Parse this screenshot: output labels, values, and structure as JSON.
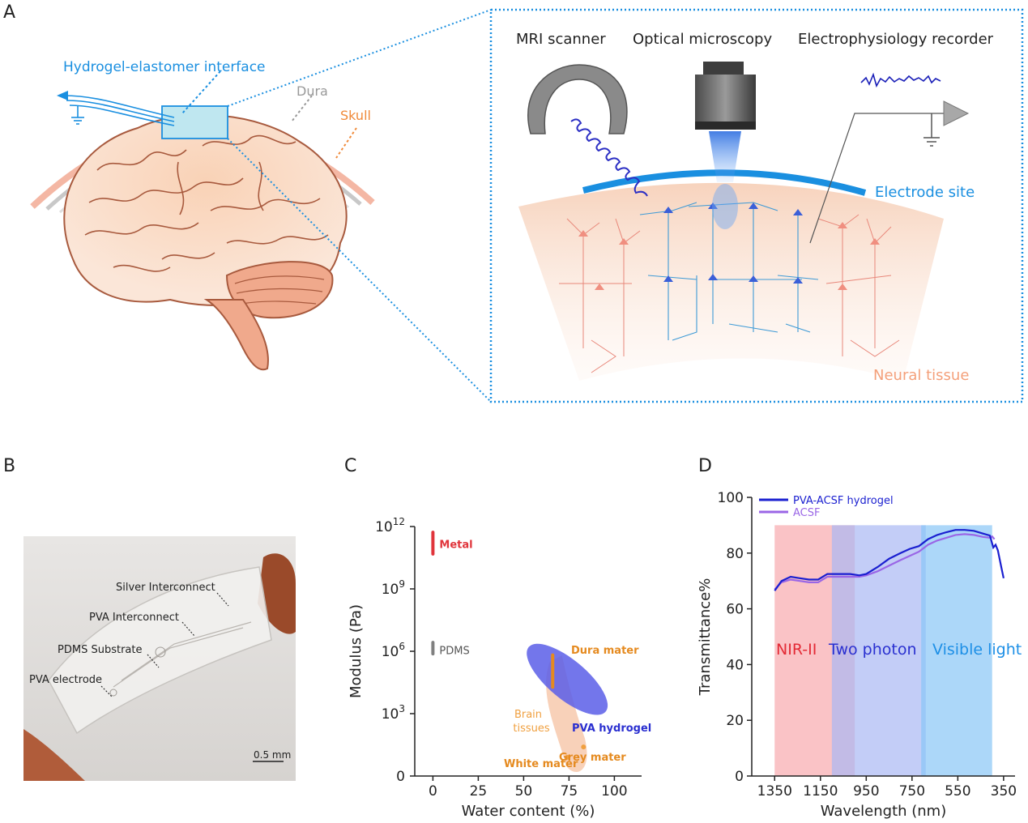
{
  "panels": {
    "a": {
      "letter": "A",
      "labels": {
        "interface": "Hydrogel-elastomer interface",
        "dura": "Dura",
        "skull": "Skull",
        "mri": "MRI scanner",
        "optical": "Optical microscopy",
        "ephys": "Electrophysiology recorder",
        "electrode": "Electrode site",
        "tissue": "Neural tissue"
      }
    },
    "b": {
      "letter": "B",
      "labels": {
        "silver": "Silver Interconnect",
        "pva_inter": "PVA Interconnect",
        "pdms": "PDMS Substrate",
        "electrode": "PVA electrode",
        "scale": "0.5 mm"
      }
    },
    "c": {
      "letter": "C"
    },
    "d": {
      "letter": "D"
    }
  },
  "chart_data": [
    {
      "type": "scatter",
      "panel": "C",
      "xlabel": "Water content (%)",
      "ylabel": "Modulus (Pa)",
      "xlim": [
        -10,
        115
      ],
      "xticks": [
        "0",
        "25",
        "50",
        "75",
        "100"
      ],
      "yticks": [
        "0",
        "10^3",
        "10^6",
        "10^9",
        "10^12"
      ],
      "scale_y": "log",
      "regions": [
        {
          "name": "Metal",
          "x": 0,
          "log10_y": [
            10.6,
            11.8
          ],
          "color": "#e0343b"
        },
        {
          "name": "PDMS",
          "x": 0,
          "log10_y": [
            5.8,
            6.5
          ],
          "color": "#808080"
        },
        {
          "name": "Dura mater",
          "x": 66,
          "log10_y": [
            4.2,
            5.9
          ],
          "color": "#e58a1f"
        },
        {
          "name": "PVA hydrogel",
          "x_range": [
            50,
            98
          ],
          "log10_y_range": [
            3.2,
            6.1
          ],
          "color": "#5a5ee8"
        },
        {
          "name": "Brain tissues",
          "x_range": [
            60,
            86
          ],
          "log10_y_range": [
            0,
            5.8
          ],
          "color": "#f7c9ad"
        },
        {
          "name": "Grey mater",
          "x": 83,
          "log10_y": 1.4,
          "color": "#f0a040"
        },
        {
          "name": "White mater",
          "x": 74,
          "log10_y": 0.9,
          "color": "#f0a040"
        }
      ],
      "text": {
        "brain": [
          "Brain",
          "tissues"
        ]
      }
    },
    {
      "type": "line",
      "panel": "D",
      "xlabel": "Wavelength (nm)",
      "ylabel": "Transmittance%",
      "xlim": [
        1450,
        300
      ],
      "ylim": [
        0,
        100
      ],
      "xticks": [
        "1350",
        "1150",
        "950",
        "750",
        "550",
        "350"
      ],
      "yticks": [
        "0",
        "20",
        "40",
        "60",
        "80",
        "100"
      ],
      "bands": [
        {
          "name": "NIR-II",
          "range": [
            1350,
            1000
          ],
          "color": "#f8a9ae"
        },
        {
          "name": "Two photon",
          "range": [
            1100,
            690
          ],
          "color": "#aab8f3"
        },
        {
          "name": "Visible light",
          "range": [
            710,
            400
          ],
          "color": "#89c6f6"
        }
      ],
      "series": [
        {
          "name": "PVA-ACSF hydrogel",
          "color": "#1a1fd0",
          "x": [
            1350,
            1320,
            1280,
            1240,
            1200,
            1160,
            1120,
            1100,
            1060,
            1020,
            980,
            950,
            900,
            850,
            800,
            760,
            720,
            680,
            640,
            600,
            560,
            520,
            480,
            440,
            410,
            395,
            385,
            375,
            360,
            350
          ],
          "y": [
            66.5,
            70,
            71.5,
            71,
            70.5,
            70.5,
            72.5,
            72.5,
            72.5,
            72.5,
            72,
            72.5,
            75,
            78,
            80,
            81.5,
            82.5,
            85,
            86.5,
            87.5,
            88.3,
            88.3,
            88,
            87,
            86.3,
            82,
            83,
            81,
            75,
            71
          ]
        },
        {
          "name": "ACSF",
          "color": "#9a66e6",
          "x": [
            1350,
            1320,
            1280,
            1240,
            1200,
            1160,
            1120,
            1100,
            1060,
            1020,
            980,
            950,
            900,
            850,
            800,
            760,
            720,
            680,
            640,
            600,
            560,
            520,
            480,
            440,
            410,
            400,
            390
          ],
          "y": [
            67,
            69.5,
            70.5,
            70,
            69.5,
            69.5,
            71.5,
            71.5,
            71.5,
            71.5,
            71.5,
            72,
            73.5,
            75.5,
            77.5,
            79,
            80.5,
            83,
            84.5,
            85.5,
            86.5,
            86.8,
            86.5,
            85.8,
            85.5,
            86,
            85
          ]
        }
      ]
    }
  ]
}
